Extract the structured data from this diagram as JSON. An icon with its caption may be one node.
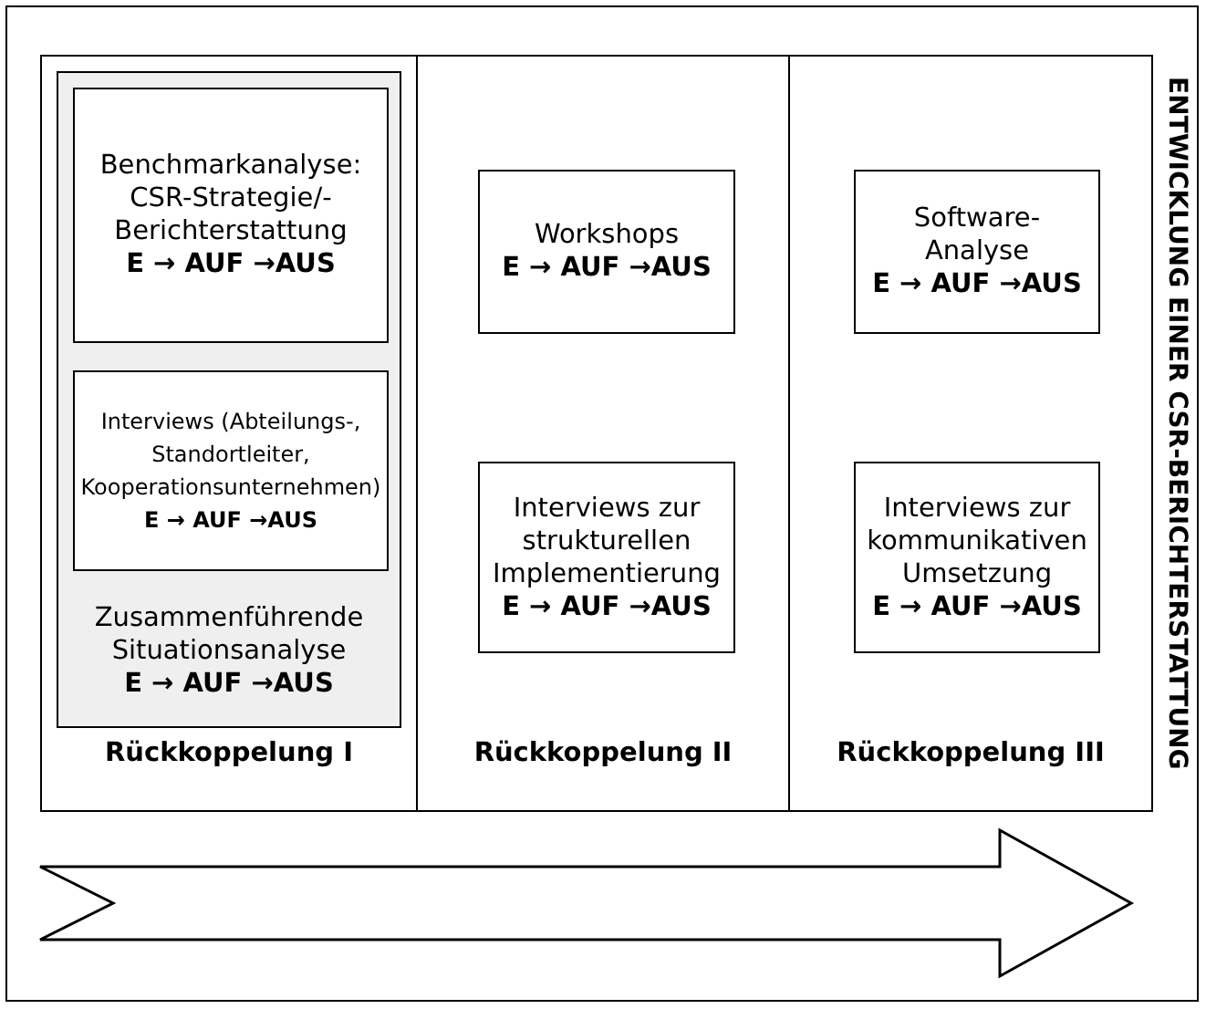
{
  "diagram": {
    "nodes": [
      {
        "text": [
          "Rückkoppelung I"
        ]
      },
      {
        "text": [
          "Zusammenführende Situationsanalyse",
          "E → AUF →AUS"
        ],
        "in": 0
      },
      {
        "text": [
          "Benchmarkanalyse: CSR-Strategie/-Berichterstattung",
          "E → AUF →AUS"
        ],
        "in": 1
      },
      {
        "text": [
          "Interviews (Abteilungs-, Standortleiter, Kooperationsunternehmen)",
          "E → AUF →AUS"
        ],
        "in": 1
      },
      {
        "text": [
          "Rückkoppelung II"
        ]
      },
      {
        "text": [
          "Workshops",
          "E → AUF →AUS"
        ],
        "in": 4
      },
      {
        "text": [
          "Interviews zur strukturellen Implementierung",
          "E → AUF →AUS"
        ],
        "in": 4
      },
      {
        "text": [
          "Rückkoppelung III"
        ]
      },
      {
        "text": [
          "Software-Analyse",
          "E → AUF →AUS"
        ],
        "in": 7
      },
      {
        "text": [
          "Interviews zur kommunikativen Umsetzung",
          "E → AUF →AUS"
        ],
        "in": 7
      }
    ],
    "edges": [],
    "labels": [
      "ENTWICKLUNG EINER CSR-BERICHTERSTATTUNG"
    ]
  }
}
